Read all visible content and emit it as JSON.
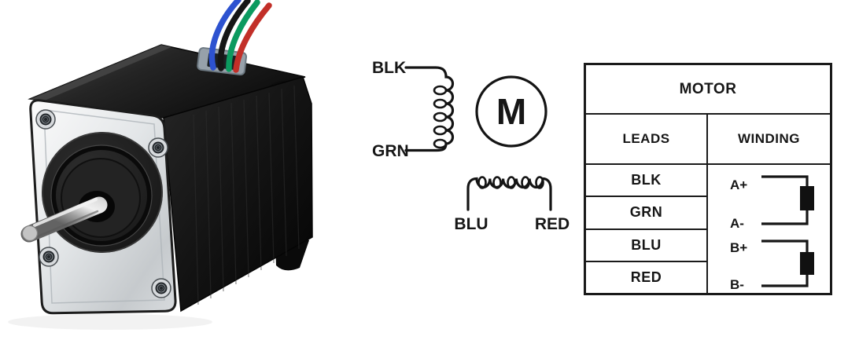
{
  "photo": {
    "description": "black NEMA 17 stepper motor with silver faceplate, shaft and four lead wires",
    "wire_colors": [
      "#2d52d0",
      "#161616",
      "#0b9a5f",
      "#c22f28"
    ],
    "body_color": "#141414",
    "faceplate_color": "#e9ebed"
  },
  "schematic": {
    "line_color": "#141414",
    "coil_a": {
      "top_label": "BLK",
      "bottom_label": "GRN"
    },
    "motor_symbol": "M",
    "coil_b": {
      "left_label": "BLU",
      "right_label": "RED"
    }
  },
  "table": {
    "title": "MOTOR",
    "columns": [
      "LEADS",
      "WINDING"
    ],
    "rows": [
      {
        "lead": "BLK",
        "terminal": "A+"
      },
      {
        "lead": "GRN",
        "terminal": "A-"
      },
      {
        "lead": "BLU",
        "terminal": "B+"
      },
      {
        "lead": "RED",
        "terminal": "B-"
      }
    ]
  }
}
